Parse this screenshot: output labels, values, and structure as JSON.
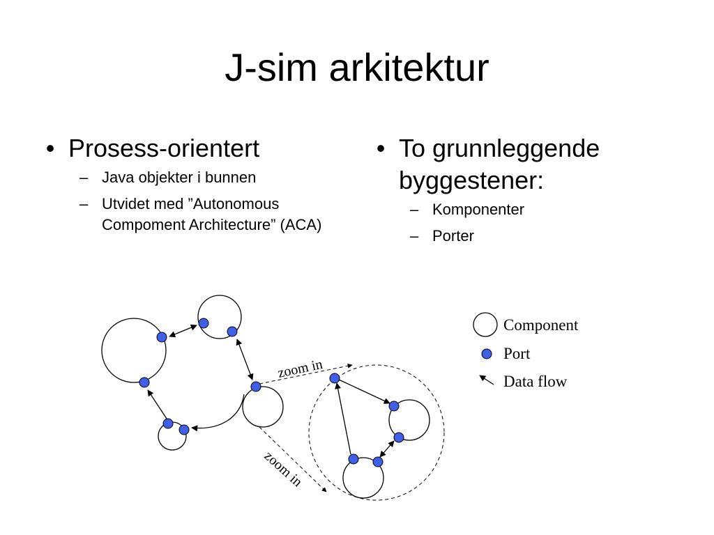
{
  "slide": {
    "title": "J-sim arkitektur"
  },
  "left_column": {
    "bullet": "Prosess-orientert",
    "sub_bullets": [
      "Java objekter i bunnen",
      "Utvidet med ”Autonomous Compoment Architecture” (ACA)"
    ]
  },
  "right_column": {
    "bullet": "To grunnleggende byggestener:",
    "sub_bullets": [
      "Komponenter",
      "Porter"
    ]
  },
  "diagram": {
    "zoom_label_top": "zoom in",
    "zoom_label_bottom": "zoom in",
    "legend": {
      "component": "Component",
      "port": "Port",
      "data_flow": "Data flow"
    },
    "colors": {
      "port_fill": "#3e5fe6",
      "stroke": "#000000"
    }
  }
}
